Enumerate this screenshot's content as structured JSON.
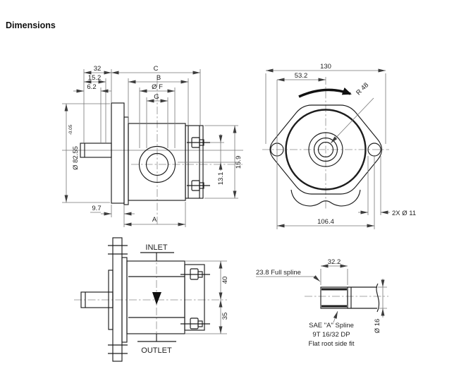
{
  "title": "Dimensions",
  "side_view": {
    "d32": "32",
    "dC": "C",
    "d15_2": "15.2",
    "dB": "B",
    "d6_2": "6.2",
    "dF": "Ø F",
    "dG": "G",
    "d82": "Ø 82.55",
    "d82_tol": "-0.05",
    "d15_9": "15.9",
    "d13_1": "13.1",
    "d9_7": "9.7",
    "dA": "A"
  },
  "front_view": {
    "d130": "130",
    "d53_2": "53.2",
    "dR48": "R 48",
    "d106_4": "106.4",
    "d2x11": "2X Ø 11"
  },
  "top_view": {
    "inlet": "INLET",
    "outlet": "OUTLET",
    "d40": "40",
    "d35": "35"
  },
  "shaft_view": {
    "d32_2": "32.2",
    "d23_8": "23.8  Full spline",
    "d16": "Ø 16",
    "note1": "SAE \"A\" Spline",
    "note2": "9T 16/32 DP",
    "note3": "Flat root side fit"
  }
}
